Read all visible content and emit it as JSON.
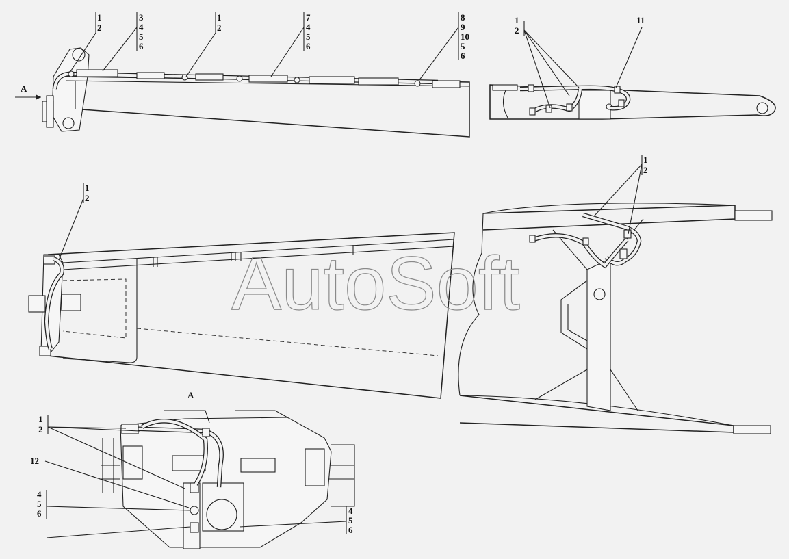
{
  "watermark": "AutoSoft",
  "view_marker": "A",
  "view_title": "A",
  "callouts": {
    "c1": [
      "1",
      "2"
    ],
    "c2": [
      "3",
      "4",
      "5",
      "6"
    ],
    "c3": [
      "1",
      "2"
    ],
    "c4": [
      "7",
      "4",
      "5",
      "6"
    ],
    "c5": [
      "8",
      "9",
      "10",
      "5",
      "6"
    ],
    "c6": [
      "1",
      "2"
    ],
    "c7": [
      "11"
    ],
    "c8": [
      "1",
      "2"
    ],
    "c9": [
      "1",
      "2"
    ],
    "c10": [
      "1",
      "2"
    ],
    "c11": [
      "12"
    ],
    "c12": [
      "4",
      "5",
      "6"
    ],
    "c13": [
      "4",
      "5",
      "6"
    ]
  }
}
